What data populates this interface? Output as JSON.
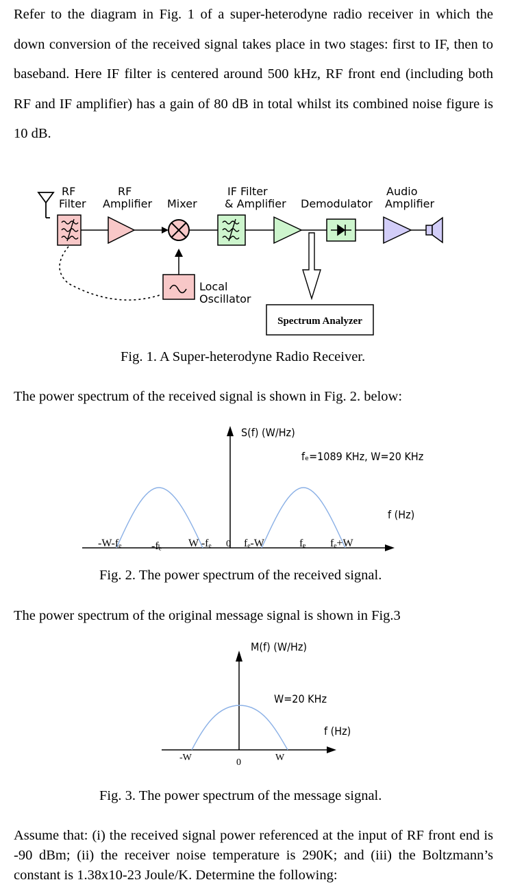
{
  "intro": "Refer to the diagram in Fig. 1 of a super-heterodyne radio receiver in which the down conversion of the received signal takes place in two stages: first to IF, then to baseband. Here IF filter is centered around 500 kHz, RF front end (including both RF and IF amplifier) has a gain of 80 dB in total whilst its combined noise figure is 10 dB.",
  "fig1": {
    "labels": {
      "rf_filter_1": "RF",
      "rf_filter_2": "Filter",
      "rf_amp_1": "RF",
      "rf_amp_2": "Amplifier",
      "mixer": "Mixer",
      "if_1": "IF Filter",
      "if_2": "& Amplifier",
      "demod": "Demodulator",
      "audio_1": "Audio",
      "audio_2": "Amplifier",
      "lo_1": "Local",
      "lo_2": "Oscillator",
      "spectrum_analyzer": "Spectrum Analyzer"
    },
    "caption": "Fig. 1. A Super-heterodyne Radio Receiver.",
    "colors": {
      "red_fill": "#f8c8c8",
      "green_fill": "#cdf5cd",
      "violet_fill": "#d2cdf8"
    }
  },
  "para2": "The power spectrum of the received signal is shown in Fig. 2. below:",
  "fig2": {
    "ylabel": "S(f) (W/Hz)",
    "xlabel": "f (Hz)",
    "annotation": "fₑ=1089 KHz, W=20 KHz",
    "ticks": [
      "-W-fₑ",
      "-fₑ",
      "W -fₑ",
      "0",
      "fₑ-W",
      "fₑ",
      "fₑ+W"
    ],
    "caption": "Fig. 2. The power spectrum of the received signal."
  },
  "para3": "The power spectrum of the original message signal is shown in Fig.3",
  "fig3": {
    "ylabel": "M(f) (W/Hz)",
    "annotation": "W=20 KHz",
    "xlabel": "f (Hz)",
    "ticks": [
      "-W",
      "0",
      "W"
    ],
    "caption": "Fig. 3. The power spectrum of the message signal."
  },
  "assume": "Assume that: (i) the received signal power referenced at the input of RF front end is -90 dBm; (ii) the receiver noise temperature is 290K; and (iii) the Boltzmann’s constant is 1.38x10-23 Joule/K. Determine the following:"
}
